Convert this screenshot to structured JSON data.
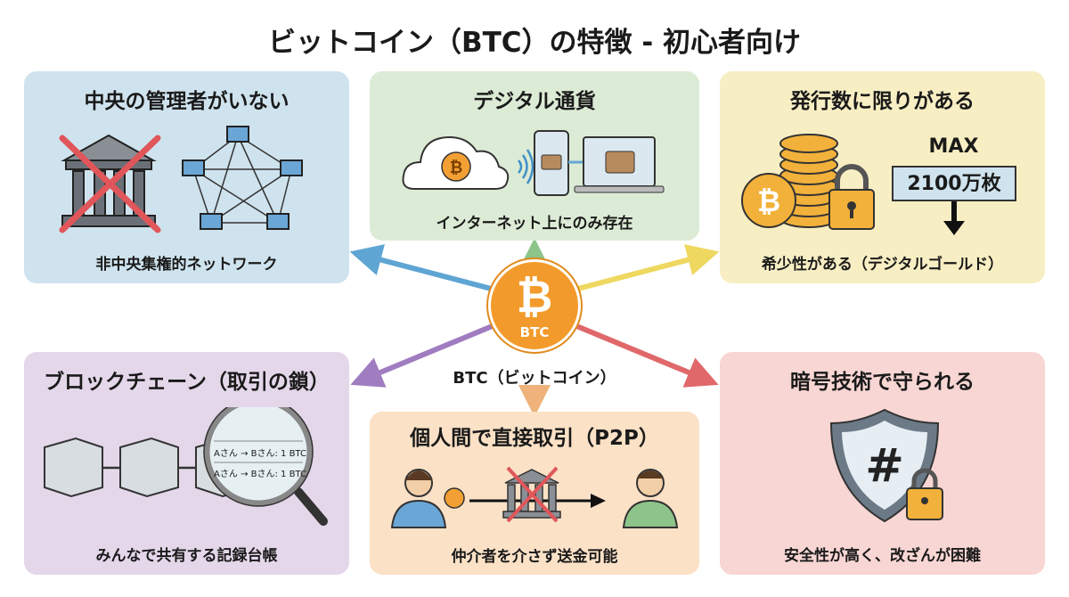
{
  "title": "ビットコイン（BTC）の特徴 - 初心者向け",
  "center": {
    "coin_symbol": "₿",
    "coin_text": "BTC",
    "label": "BTC（ビットコイン）"
  },
  "panels": {
    "no_admin": {
      "heading": "中央の管理者がいない",
      "caption": "非中央集権的ネットワーク",
      "color": "#cfe3ee"
    },
    "digital": {
      "heading": "デジタル通貨",
      "caption": "インターネット上にのみ存在",
      "color": "#dcebd5"
    },
    "limited": {
      "heading": "発行数に限りがある",
      "caption": "希少性がある（デジタルゴールド）",
      "max_label": "MAX",
      "max_value": "2100万枚",
      "color": "#f8eec3"
    },
    "blockchain": {
      "heading": "ブロックチェーン（取引の鎖）",
      "caption": "みんなで共有する記録台帳",
      "ledger": [
        "Aさん → Bさん: 1 BTC",
        "Aさん → Bさん: 1 BTC"
      ],
      "color": "#e4d7ea"
    },
    "p2p": {
      "heading": "個人間で直接取引（P2P）",
      "caption": "仲介者を介さず送金可能",
      "color": "#fbe1c6"
    },
    "crypto": {
      "heading": "暗号技術で守られる",
      "caption": "安全性が高く、改ざんが困難",
      "color": "#f8d6d3"
    }
  },
  "arrow_colors": {
    "blue": "#5fa5d3",
    "green": "#8cc48a",
    "yellow": "#eed860",
    "purple": "#a07cc0",
    "orange": "#eeb27a",
    "red": "#e0686a"
  }
}
